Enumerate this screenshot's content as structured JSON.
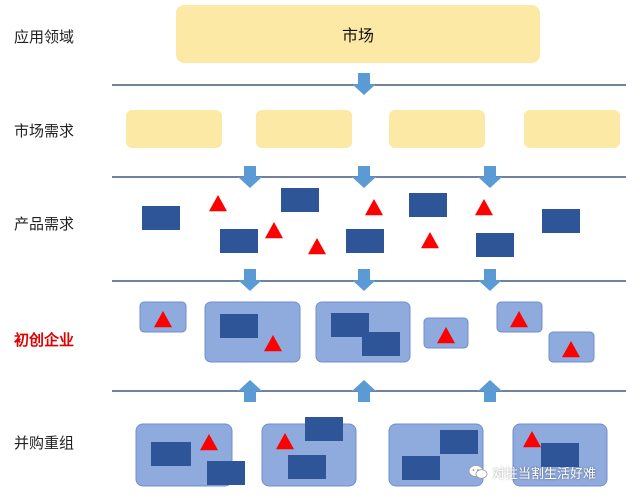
{
  "labels": {
    "application": "应用领域",
    "market_demand": "市场需求",
    "product_demand": "产品需求",
    "startups": "初创企业",
    "mna": "并购重组"
  },
  "top_box": {
    "text": "市场"
  },
  "watermark": {
    "text": "对拄当割生活好难",
    "icon": "wechat-icon"
  },
  "colors": {
    "label_text": "#222222",
    "highlight_label": "#e00000",
    "yellow_box": "#fde9a6",
    "dark_rect": "#2e5597",
    "light_group": "#8faadc",
    "group_border": "#6f8fcb",
    "triangle": "#ff0000",
    "arrow": "#5b9bd5",
    "divider": "#1f3864"
  }
}
